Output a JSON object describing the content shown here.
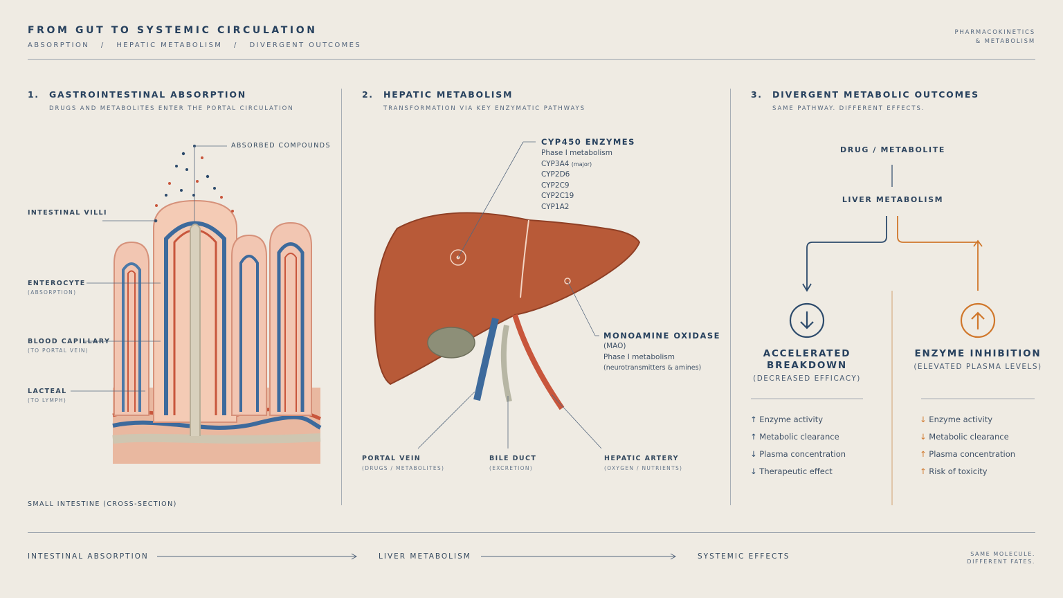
{
  "header": {
    "title": "FROM GUT TO SYSTEMIC CIRCULATION",
    "subtitle": "ABSORPTION   /   HEPATIC METABOLISM   /   DIVERGENT OUTCOMES",
    "tag_line1": "PHARMACOKINETICS",
    "tag_line2": "& METABOLISM"
  },
  "section1": {
    "num": "1.",
    "title": "GASTROINTESTINAL ABSORPTION",
    "sub": "DRUGS AND METABOLITES ENTER THE PORTAL CIRCULATION",
    "labels": {
      "absorbed": "ABSORBED COMPOUNDS",
      "villi": "INTESTINAL VILLI",
      "enterocyte": "ENTEROCYTE",
      "enterocyte_sub": "(ABSORPTION)",
      "capillary": "BLOOD CAPILLARY",
      "capillary_sub": "(TO PORTAL VEIN)",
      "lacteal": "LACTEAL",
      "lacteal_sub": "(TO LYMPH)",
      "caption": "SMALL INTESTINE (CROSS-SECTION)"
    }
  },
  "section2": {
    "num": "2.",
    "title": "HEPATIC METABOLISM",
    "sub": "TRANSFORMATION VIA KEY ENZYMATIC PATHWAYS",
    "cyp": {
      "title": "CYP450 ENZYMES",
      "l1": "Phase I metabolism",
      "l2": "CYP3A4",
      "l2_note": "(major)",
      "l3": "CYP2D6",
      "l4": "CYP2C9",
      "l5": "CYP2C19",
      "l6": "CYP1A2"
    },
    "mao": {
      "title": "MONOAMINE OXIDASE",
      "l1": "(MAO)",
      "l2": "Phase I metabolism",
      "l3": "(neurotransmitters & amines)"
    },
    "portal": "PORTAL VEIN",
    "portal_sub": "(DRUGS / METABOLITES)",
    "bile": "BILE DUCT",
    "bile_sub": "(EXCRETION)",
    "artery": "HEPATIC ARTERY",
    "artery_sub": "(OXYGEN / NUTRIENTS)"
  },
  "section3": {
    "num": "3.",
    "title": "DIVERGENT METABOLIC OUTCOMES",
    "sub": "SAME PATHWAY. DIFFERENT EFFECTS.",
    "node1": "DRUG / METABOLITE",
    "node2": "LIVER METABOLISM",
    "left": {
      "title1": "ACCELERATED",
      "title2": "BREAKDOWN",
      "sub": "(DECREASED EFFICACY)",
      "effects": [
        {
          "arrow": "↑",
          "text": "Enzyme activity"
        },
        {
          "arrow": "↑",
          "text": "Metabolic clearance"
        },
        {
          "arrow": "↓",
          "text": "Plasma concentration"
        },
        {
          "arrow": "↓",
          "text": "Therapeutic effect"
        }
      ]
    },
    "right": {
      "title1": "ENZYME INHIBITION",
      "sub": "(ELEVATED PLASMA LEVELS)",
      "effects": [
        {
          "arrow": "↓",
          "text": "Enzyme activity"
        },
        {
          "arrow": "↓",
          "text": "Metabolic clearance"
        },
        {
          "arrow": "↑",
          "text": "Plasma concentration"
        },
        {
          "arrow": "↑",
          "text": "Risk of toxicity"
        }
      ]
    }
  },
  "footer": {
    "step1": "INTESTINAL ABSORPTION",
    "step2": "LIVER METABOLISM",
    "step3": "SYSTEMIC EFFECTS",
    "note1": "SAME MOLECULE.",
    "note2": "DIFFERENT FATES."
  },
  "colors": {
    "navy": "#27415e",
    "blue_vessel": "#3d6a9c",
    "liver": "#b85a38",
    "orange": "#d0772b"
  }
}
